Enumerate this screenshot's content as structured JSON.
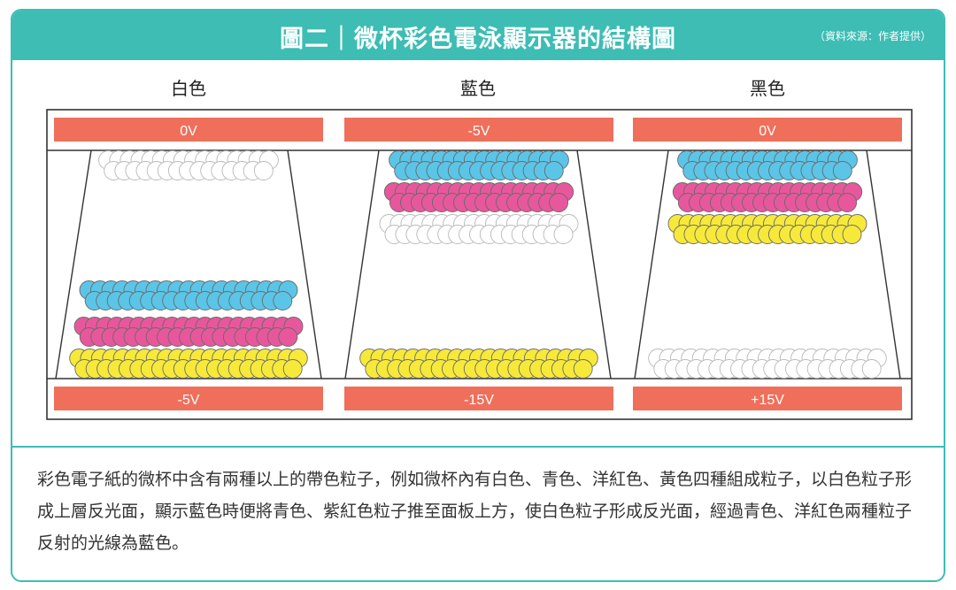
{
  "header": {
    "title": "圖二｜微杯彩色電泳顯示器的結構圖",
    "source": "（資料來源：作者提供）"
  },
  "columns": [
    {
      "label": "白色",
      "top_voltage": "0V",
      "bottom_voltage": "-5V",
      "particle_rows": [
        {
          "color": "white",
          "position": "top"
        },
        {
          "color": "cyan",
          "position": "bottom"
        },
        {
          "color": "magenta",
          "position": "bottom"
        },
        {
          "color": "yellow",
          "position": "bottom"
        }
      ]
    },
    {
      "label": "藍色",
      "top_voltage": "-5V",
      "bottom_voltage": "-15V",
      "particle_rows": [
        {
          "color": "cyan",
          "position": "top"
        },
        {
          "color": "magenta",
          "position": "top"
        },
        {
          "color": "white",
          "position": "top"
        },
        {
          "color": "yellow",
          "position": "bottom"
        }
      ]
    },
    {
      "label": "黑色",
      "top_voltage": "0V",
      "bottom_voltage": "+15V",
      "particle_rows": [
        {
          "color": "cyan",
          "position": "top"
        },
        {
          "color": "magenta",
          "position": "top"
        },
        {
          "color": "yellow",
          "position": "top"
        },
        {
          "color": "white",
          "position": "bottom"
        }
      ]
    }
  ],
  "colors": {
    "accent": "#3dbdb4",
    "electrode": "#ef6f5b",
    "white_particle": "#ffffff",
    "cyan_particle": "#5bc5e8",
    "magenta_particle": "#e8579c",
    "yellow_particle": "#f7e93a"
  },
  "caption": "彩色電子紙的微杯中含有兩種以上的帶色粒子，例如微杯內有白色、青色、洋紅色、黃色四種組成粒子，以白色粒子形成上層反光面，顯示藍色時便將青色、紫紅色粒子推至面板上方，使白色粒子形成反光面，經過青色、洋紅色兩種粒子反射的光線為藍色。"
}
